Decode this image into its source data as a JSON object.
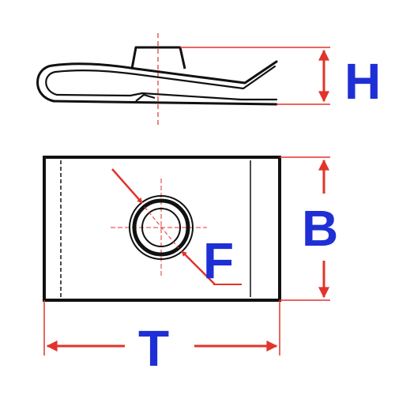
{
  "labels": {
    "height": "H",
    "width": "B",
    "hole": "F",
    "length": "T"
  },
  "colors": {
    "outline": "#111111",
    "dimension": "#e0342c",
    "label": "#1f2fd6",
    "background": "#ffffff"
  }
}
